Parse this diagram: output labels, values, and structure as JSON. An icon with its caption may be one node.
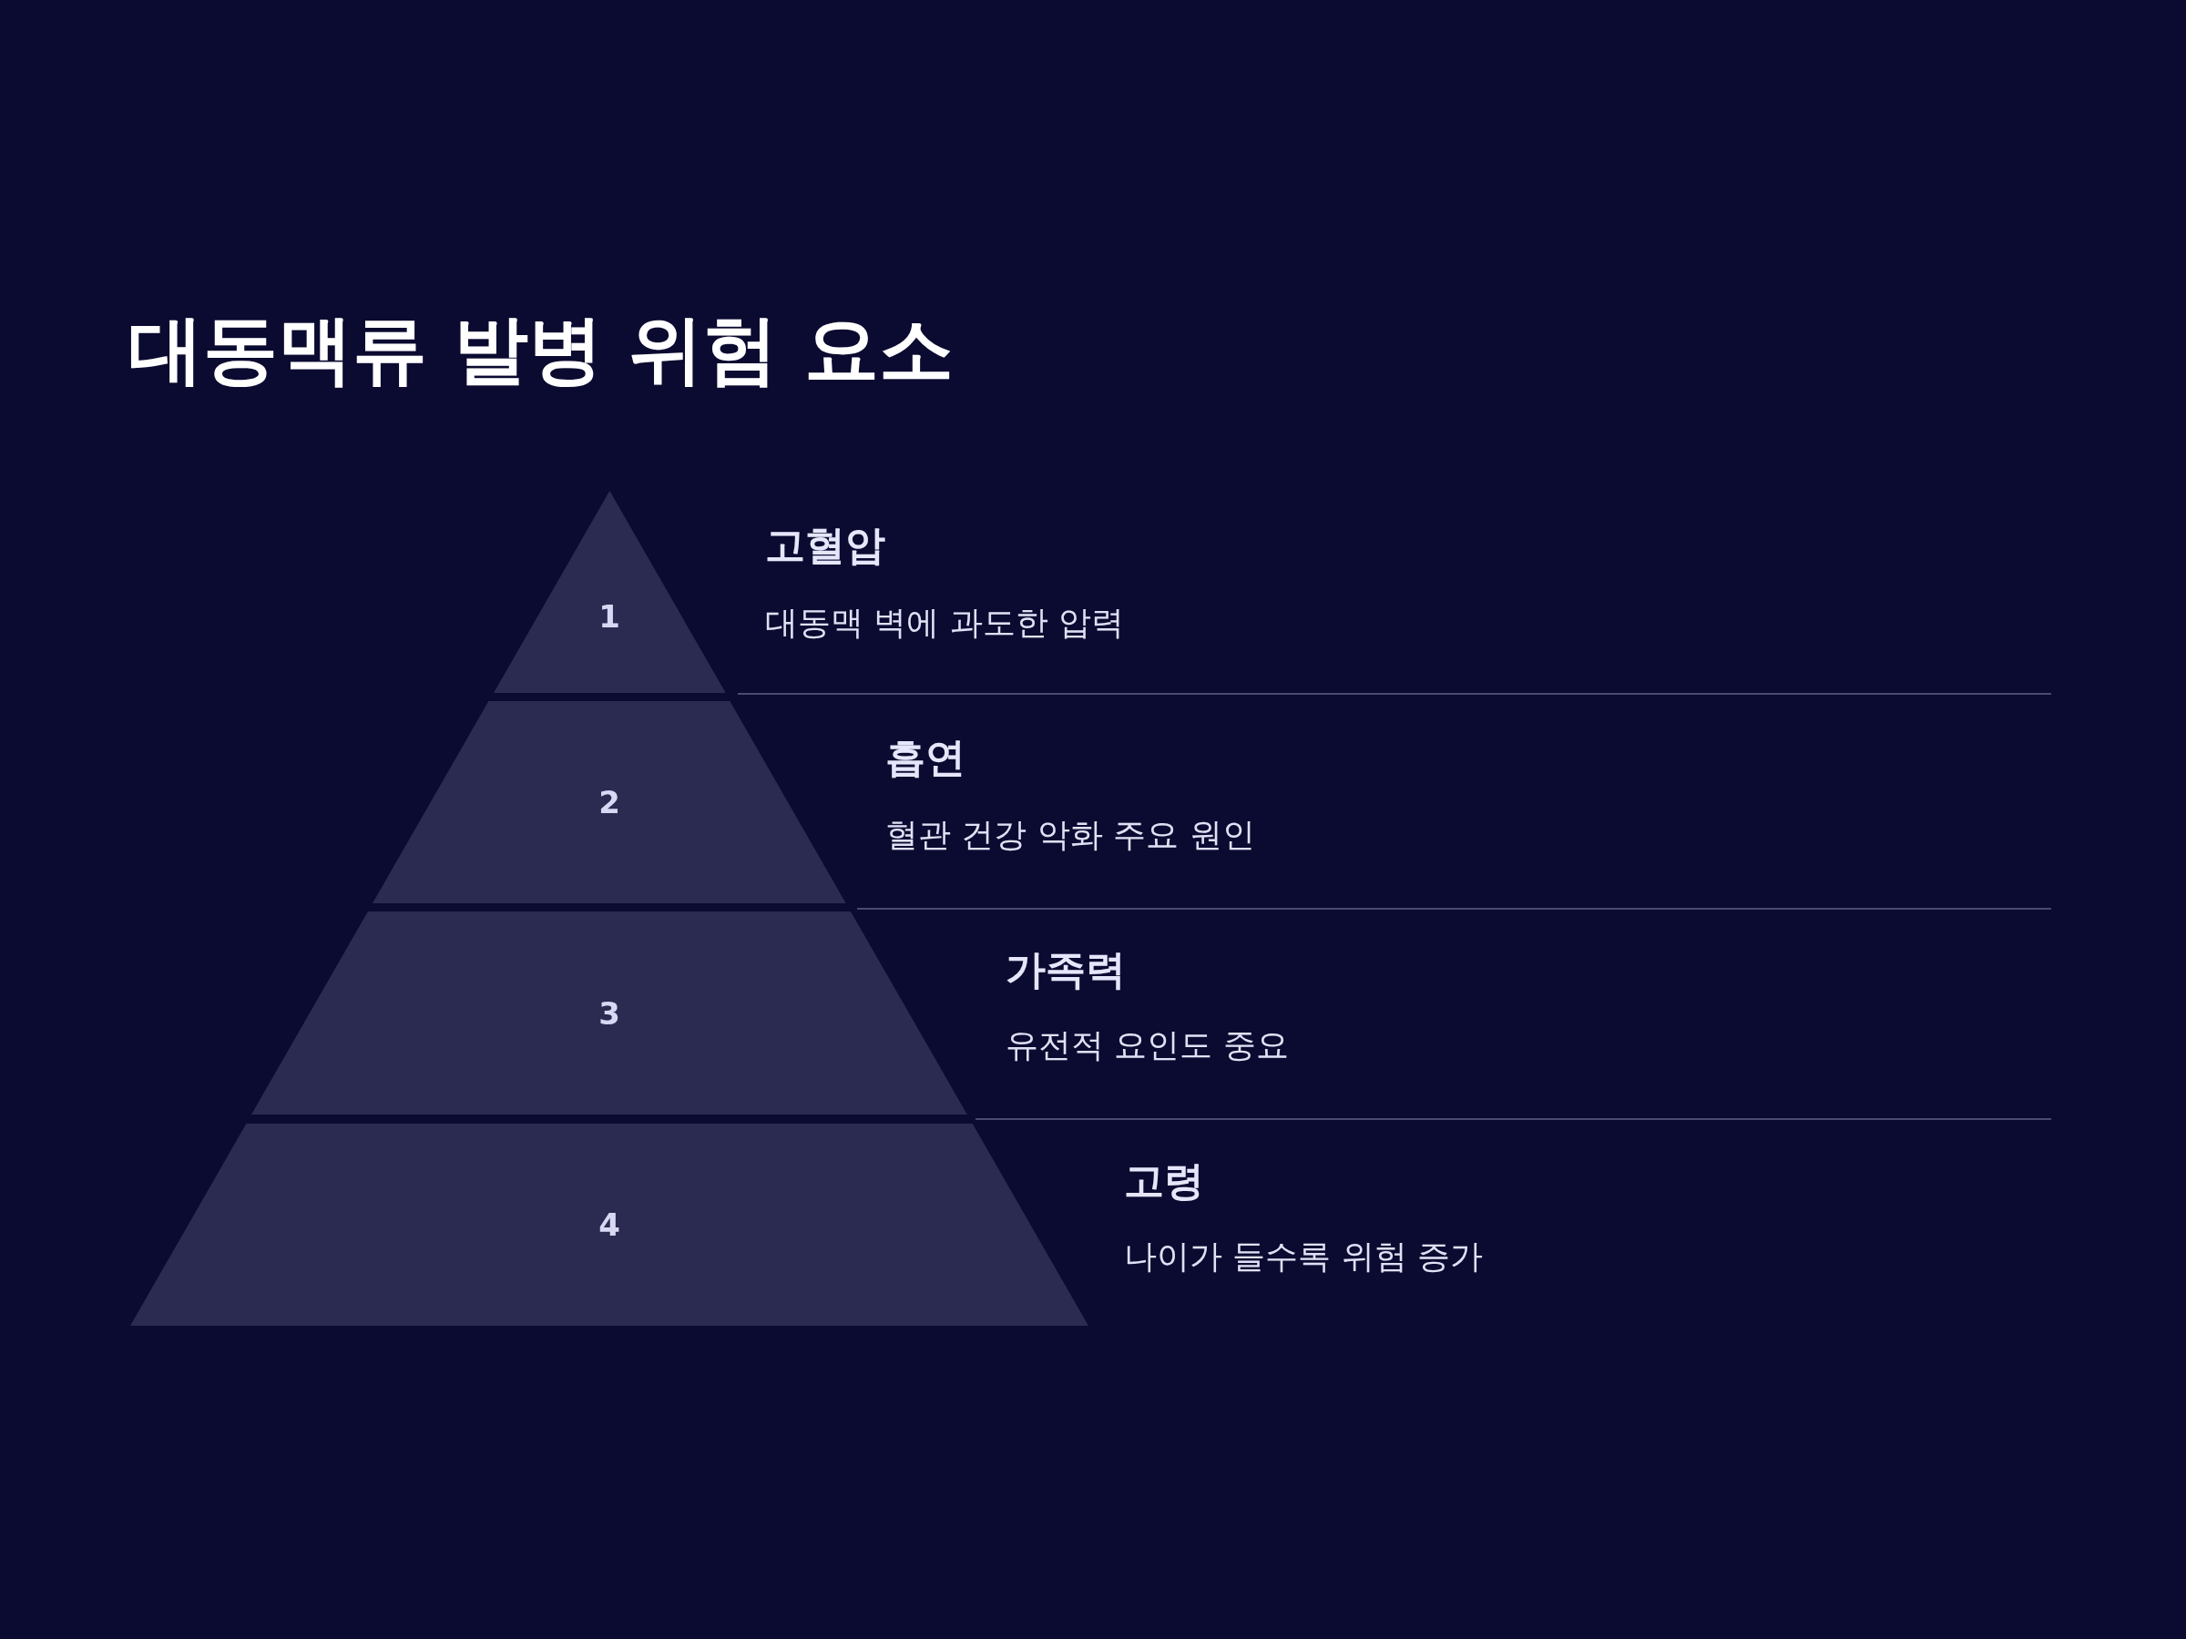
{
  "diagram": {
    "title": "대동맥류 발병 위험 요소",
    "nodes": [
      {
        "text": [
          "1"
        ],
        "beside": [
          "고혈압",
          "대동맥 벽에 과도한 압력"
        ]
      },
      {
        "text": [
          "2"
        ],
        "beside": [
          "흡연",
          "혈관 건강 악화 주요 원인"
        ]
      },
      {
        "text": [
          "3"
        ],
        "beside": [
          "가족력",
          "유전적 요인도 중요"
        ]
      },
      {
        "text": [
          "4"
        ],
        "beside": [
          "고령",
          "나이가 들수록 위험 증가"
        ]
      }
    ]
  }
}
